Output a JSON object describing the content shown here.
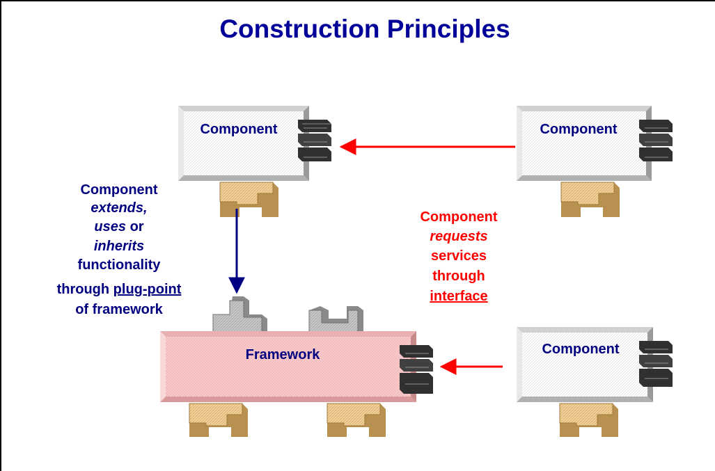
{
  "title": "Construction Principles",
  "components": {
    "top_left": "Component",
    "top_right": "Component",
    "bottom_right": "Component"
  },
  "framework": "Framework",
  "left_note": {
    "line1": "Component",
    "line2_italic": "extends,",
    "line3_italic": "uses",
    "line3_rest": " or",
    "line4_italic": "inherits",
    "line5": "functionality",
    "line6_text": "through ",
    "line6_link": "plug-point",
    "line7": "of framework"
  },
  "right_note": {
    "line1": "Component",
    "line2_italic": "requests",
    "line3": "services",
    "line4": "through",
    "line5_link": "interface"
  },
  "colors": {
    "title": "#000099",
    "left_note": "#000080",
    "right_note": "#ff0000",
    "framework_fill": "#f7c8c8",
    "plug": "#e8c890",
    "interface": "#404040"
  }
}
